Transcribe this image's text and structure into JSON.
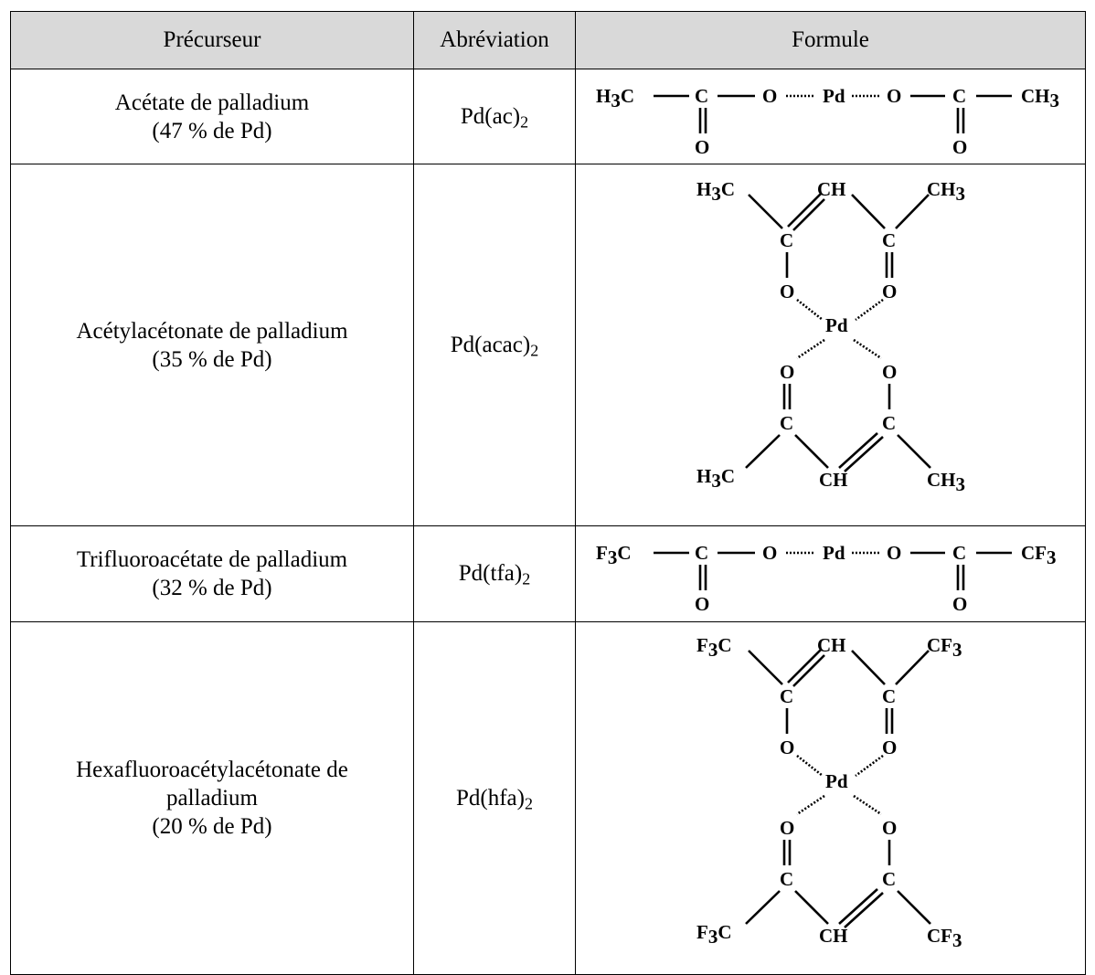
{
  "table": {
    "headers": [
      "Précurseur",
      "Abréviation",
      "Formule"
    ],
    "rows": [
      {
        "precursor": "Acétate de palladium",
        "pd_content": "(47 % de Pd)",
        "abbr_base": "Pd(ac)",
        "abbr_sub": "2",
        "formula": {
          "left_group": "H",
          "left_sub": "3",
          "left_tail": "C",
          "right_group": "CH",
          "right_sub": "3",
          "carbon": "C",
          "oxygen": "O",
          "metal": "Pd"
        }
      },
      {
        "precursor": "Acétylacétonate de palladium",
        "pd_content": "(35 % de Pd)",
        "abbr_base": "Pd(acac)",
        "abbr_sub": "2",
        "formula": {
          "top_left": "H",
          "top_left_sub": "3",
          "top_left_tail": "C",
          "top_mid": "CH",
          "top_right": "CH",
          "top_right_sub": "3",
          "bottom_left": "H",
          "bottom_left_sub": "3",
          "bottom_left_tail": "C",
          "bottom_mid": "CH",
          "bottom_right": "CH",
          "bottom_right_sub": "3",
          "carbon": "C",
          "oxygen": "O",
          "metal": "Pd"
        }
      },
      {
        "precursor": "Trifluoroacétate de palladium",
        "pd_content": "(32 % de Pd)",
        "abbr_base": "Pd(tfa)",
        "abbr_sub": "2",
        "formula": {
          "left_group": "F",
          "left_sub": "3",
          "left_tail": "C",
          "right_group": "CF",
          "right_sub": "3",
          "carbon": "C",
          "oxygen": "O",
          "metal": "Pd"
        }
      },
      {
        "precursor_line1": "Hexafluoroacétylacétonate de",
        "precursor_line2": "palladium",
        "pd_content": "(20 % de Pd)",
        "abbr_base": "Pd(hfa)",
        "abbr_sub": "2",
        "formula": {
          "top_left": "F",
          "top_left_sub": "3",
          "top_left_tail": "C",
          "top_mid": "CH",
          "top_right": "CF",
          "top_right_sub": "3",
          "bottom_left": "F",
          "bottom_left_sub": "3",
          "bottom_left_tail": "C",
          "bottom_mid": "CH",
          "bottom_right": "CF",
          "bottom_right_sub": "3",
          "carbon": "C",
          "oxygen": "O",
          "metal": "Pd"
        }
      }
    ]
  }
}
